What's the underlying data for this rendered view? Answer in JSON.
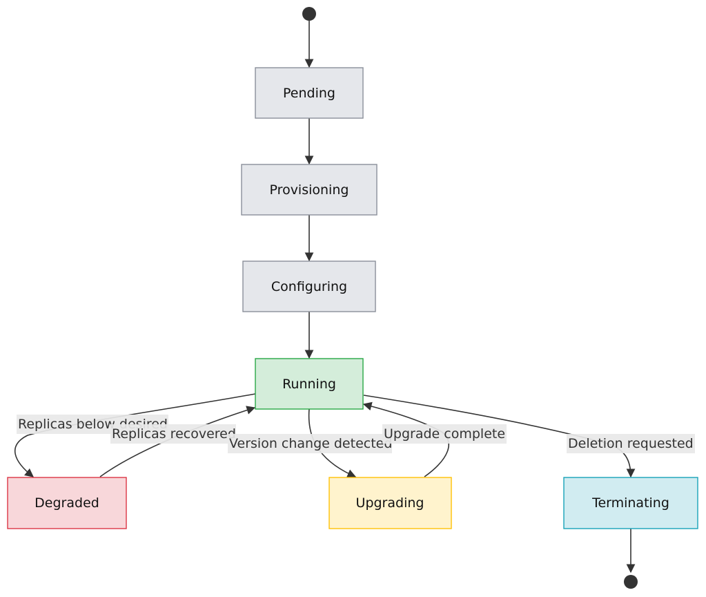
{
  "states": {
    "pending": {
      "label": "Pending",
      "fill": "#e5e7eb",
      "stroke": "#8a8f99"
    },
    "provisioning": {
      "label": "Provisioning",
      "fill": "#e5e7eb",
      "stroke": "#8a8f99"
    },
    "configuring": {
      "label": "Configuring",
      "fill": "#e5e7eb",
      "stroke": "#8a8f99"
    },
    "running": {
      "label": "Running",
      "fill": "#d4edda",
      "stroke": "#28a745"
    },
    "degraded": {
      "label": "Degraded",
      "fill": "#f8d7da",
      "stroke": "#dc3545"
    },
    "upgrading": {
      "label": "Upgrading",
      "fill": "#fff3cd",
      "stroke": "#ffc107"
    },
    "terminating": {
      "label": "Terminating",
      "fill": "#d1ecf1",
      "stroke": "#17a2b8"
    }
  },
  "transitions": {
    "replicas_below_desired": "Replicas below desired",
    "replicas_recovered": "Replicas recovered",
    "version_change_detected": "Version change detected",
    "upgrade_complete": "Upgrade complete",
    "deletion_requested": "Deletion requested"
  },
  "colors": {
    "edge": "#333333",
    "marker": "#333333",
    "label_bg": "#e8e8e8"
  }
}
